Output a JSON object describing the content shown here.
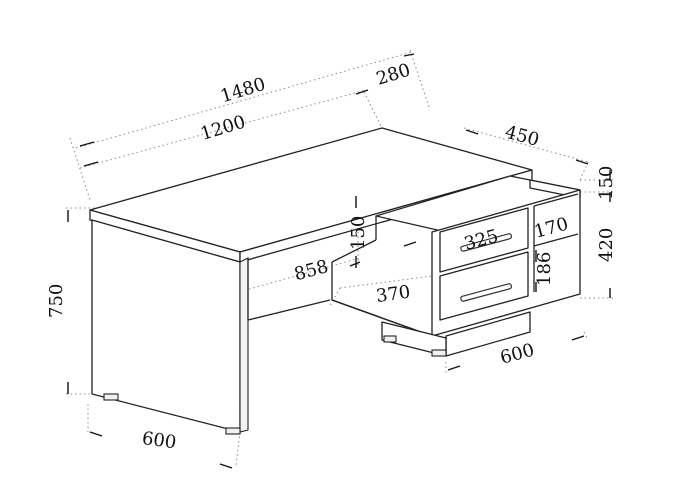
{
  "drawing": {
    "stroke_color": "#222222",
    "leader_color": "#8a8a8a",
    "background": "#ffffff"
  },
  "dimensions": {
    "total_width": "1480",
    "overhang": "280",
    "desk_width": "1200",
    "return_depth": "450",
    "top_thickness": "150",
    "cabinet_height": "420",
    "drawer_width": "325",
    "shelf_width": "170",
    "shelf_height": "186",
    "gap_height": "150",
    "knee_space": "858",
    "drawer_depth": "370",
    "cabinet_length": "600",
    "desk_height": "750",
    "desk_depth": "600"
  }
}
